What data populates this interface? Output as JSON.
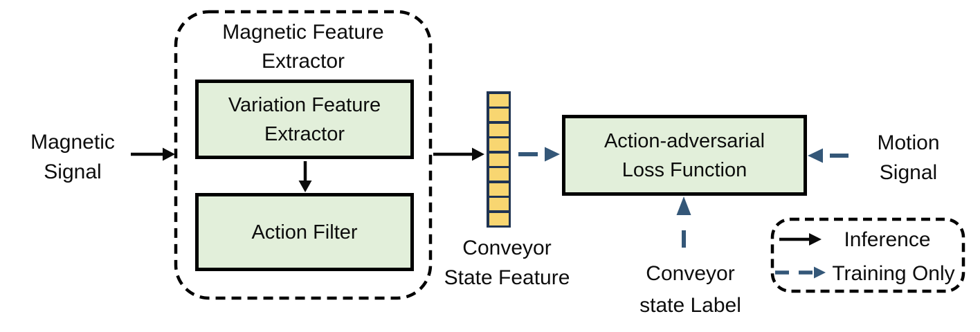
{
  "figure": {
    "type": "flow-diagram",
    "background": "#FFFFFF"
  },
  "colors": {
    "block_fill": "#E2EFDA",
    "block_border": "#000000",
    "inference_arrow": "#0A0A0A",
    "training_arrow": "#345778",
    "vector_cell_fill": "#F8D671",
    "vector_cell_border": "#1F3352",
    "text": "#0D0D0D"
  },
  "labels": {
    "magnetic_signal": {
      "line1": "Magnetic",
      "line2": "Signal"
    },
    "motion_signal": {
      "line1": "Motion",
      "line2": "Signal"
    },
    "conveyor_state_feature": {
      "line1": "Conveyor",
      "line2": "State Feature"
    },
    "conveyor_state_label": {
      "line1": "Conveyor",
      "line2": "state Label"
    }
  },
  "extractor_group": {
    "title_line1": "Magnetic Feature",
    "title_line2": "Extractor",
    "variation_feature_extractor": {
      "line1": "Variation Feature",
      "line2": "Extractor"
    },
    "action_filter": {
      "label": "Action Filter"
    }
  },
  "loss_block": {
    "line1": "Action-adversarial",
    "line2": "Loss Function"
  },
  "feature_vector": {
    "cell_count": 9
  },
  "legend": {
    "items": [
      {
        "style": "solid",
        "label": "Inference"
      },
      {
        "style": "dashed",
        "label": "Training Only"
      }
    ]
  }
}
